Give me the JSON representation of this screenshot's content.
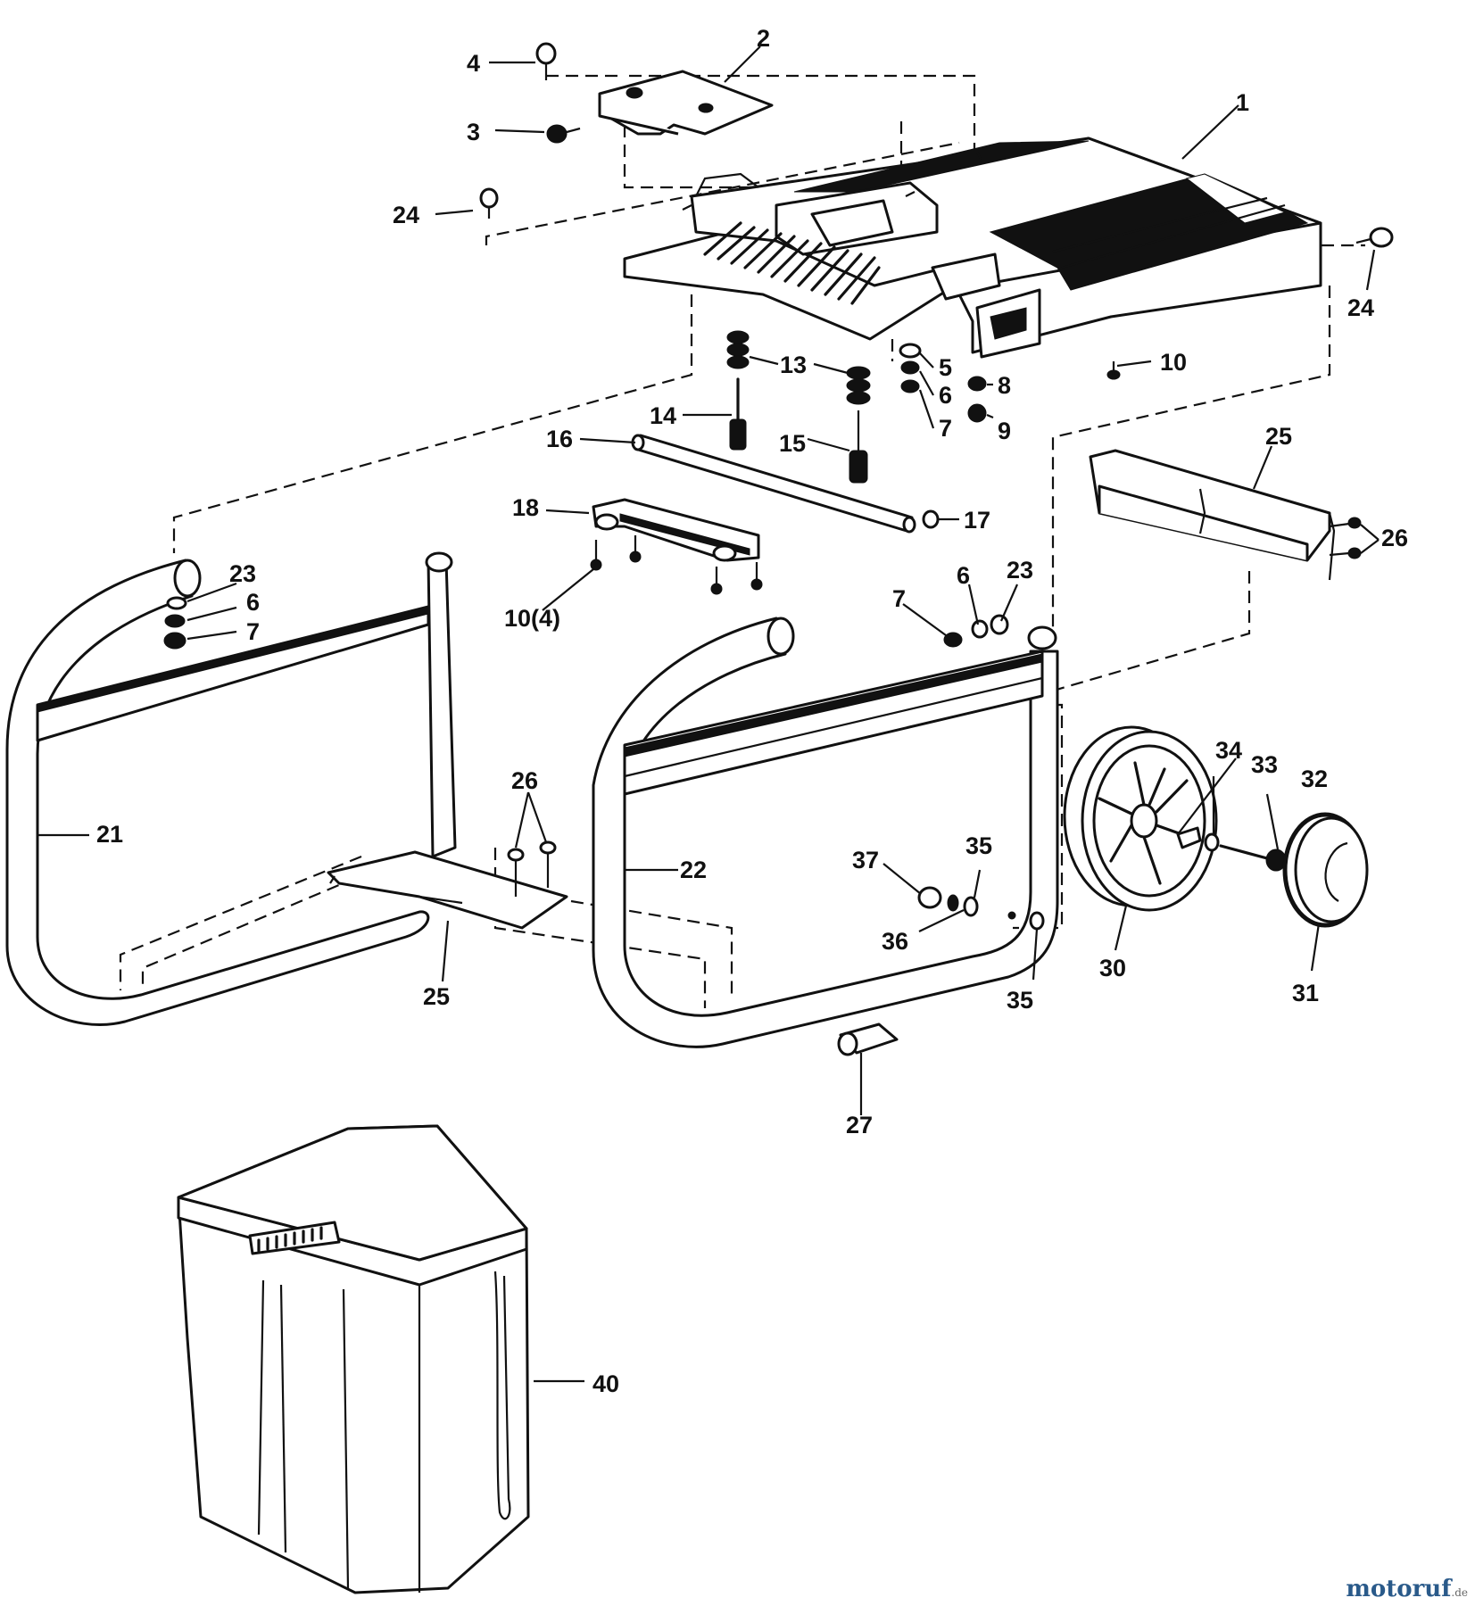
{
  "callouts": {
    "c1": "1",
    "c2": "2",
    "c3": "3",
    "c4": "4",
    "c5": "5",
    "c6a": "6",
    "c6b": "6",
    "c6c": "6",
    "c7a": "7",
    "c7b": "7",
    "c7c": "7",
    "c8": "8",
    "c9": "9",
    "c10a": "10",
    "c10b": "10(4)",
    "c13": "13",
    "c14": "14",
    "c15": "15",
    "c16": "16",
    "c17": "17",
    "c18": "18",
    "c21": "21",
    "c22": "22",
    "c23a": "23",
    "c23b": "23",
    "c24a": "24",
    "c24b": "24",
    "c25a": "25",
    "c25b": "25",
    "c26a": "26",
    "c26b": "26",
    "c27": "27",
    "c30": "30",
    "c31": "31",
    "c32": "32",
    "c33": "33",
    "c34": "34",
    "c35a": "35",
    "c35b": "35",
    "c36": "36",
    "c37": "37",
    "c40": "40"
  },
  "watermark": {
    "brand": "motoruf",
    "tld": ".de"
  }
}
